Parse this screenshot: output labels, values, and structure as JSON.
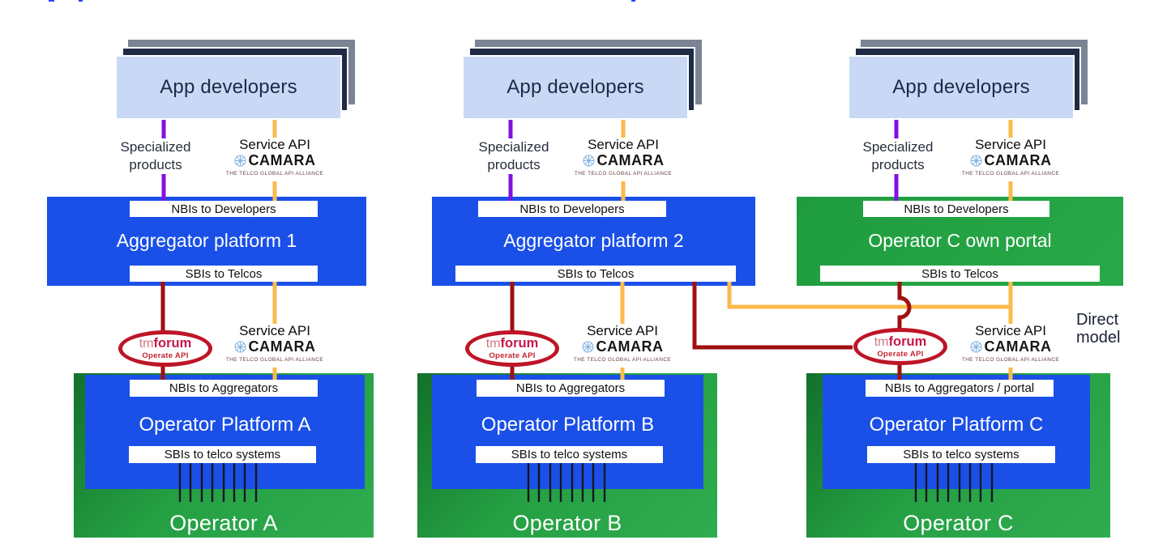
{
  "columns": [
    {
      "app_developers": "App developers",
      "specialized_products": "Specialized products",
      "service_api": "Service API",
      "camara": "CAMARA",
      "camara_tagline": "THE TELCO GLOBAL API ALLIANCE",
      "middle_box": {
        "title": "Aggregator platform 1",
        "top_strip": "NBIs to Developers",
        "bottom_strip": "SBIs to Telcos"
      },
      "tmforum": {
        "tm": "tm",
        "forum": "forum",
        "subtitle": "Operate API"
      },
      "operator": {
        "name": "Operator A",
        "platform": "Operator Platform A",
        "top_strip": "NBIs to Aggregators",
        "bottom_strip": "SBIs to telco systems"
      }
    },
    {
      "app_developers": "App developers",
      "specialized_products": "Specialized products",
      "service_api": "Service API",
      "camara": "CAMARA",
      "camara_tagline": "THE TELCO GLOBAL API ALLIANCE",
      "middle_box": {
        "title": "Aggregator platform 2",
        "top_strip": "NBIs to Developers",
        "bottom_strip": "SBIs to Telcos"
      },
      "tmforum": {
        "tm": "tm",
        "forum": "forum",
        "subtitle": "Operate API"
      },
      "operator": {
        "name": "Operator B",
        "platform": "Operator Platform B",
        "top_strip": "NBIs to Aggregators",
        "bottom_strip": "SBIs to telco systems"
      }
    },
    {
      "app_developers": "App developers",
      "specialized_products": "Specialized products",
      "service_api": "Service API",
      "camara": "CAMARA",
      "camara_tagline": "THE TELCO GLOBAL API ALLIANCE",
      "middle_box": {
        "title": "Operator C own portal",
        "top_strip": "NBIs to Developers",
        "bottom_strip": "SBIs to Telcos"
      },
      "tmforum": {
        "tm": "tm",
        "forum": "forum",
        "subtitle": "Operate API"
      },
      "operator": {
        "name": "Operator C",
        "platform": "Operator Platform C",
        "top_strip": "NBIs to Aggregators / portal",
        "bottom_strip": "SBIs to telco systems"
      }
    }
  ],
  "annotations": {
    "direct_model_line1": "Direct",
    "direct_model_line2": "model"
  },
  "colors": {
    "box_blue": "#1A50E8",
    "operator_green": "#25A144",
    "operator_green_dark": "#137129",
    "portal_green": "#22A042",
    "app_card_front": "#C8D8F5",
    "app_card_middle": "#1F2A44",
    "app_card_back": "#7A8494",
    "line_purple": "#8012E0",
    "line_orange": "#FBBA4B",
    "line_red": "#A01010",
    "oval_red": "#BE1527",
    "camara_icon_blue": "#7FB0E0",
    "forum_red": "#C8174A"
  }
}
